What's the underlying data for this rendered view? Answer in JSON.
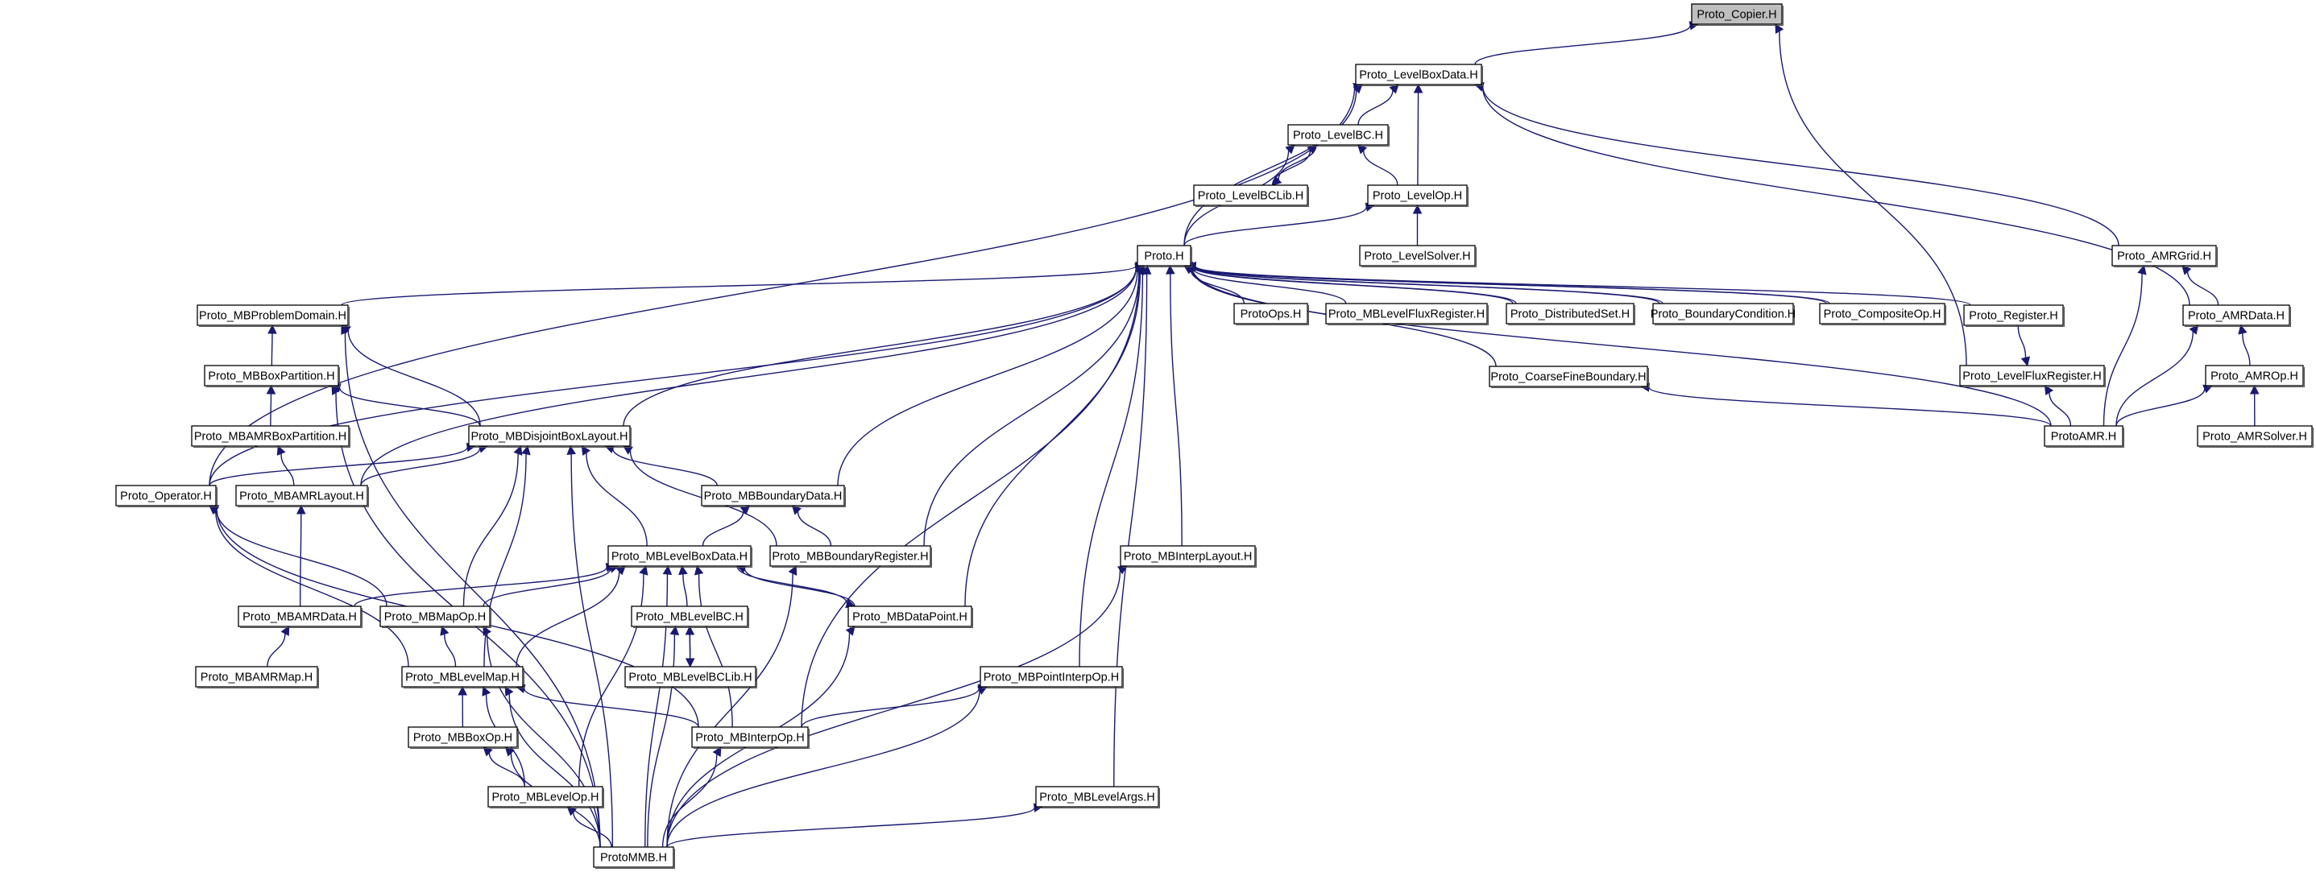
{
  "title": "Proto_Copier.H include dependency graph",
  "focus_node": "Proto_Copier.H",
  "colors": {
    "edge": "#191970",
    "focus_fill": "#bfbfbf",
    "node_fill": "#ffffff",
    "node_border": "#000000"
  },
  "nodes": [
    {
      "id": "copier",
      "label": "Proto_Copier.H"
    },
    {
      "id": "levelboxdata",
      "label": "Proto_LevelBoxData.H"
    },
    {
      "id": "levelbc",
      "label": "Proto_LevelBC.H"
    },
    {
      "id": "levelbclib",
      "label": "Proto_LevelBCLib.H"
    },
    {
      "id": "levelop",
      "label": "Proto_LevelOp.H"
    },
    {
      "id": "levelsolver",
      "label": "Proto_LevelSolver.H"
    },
    {
      "id": "proto",
      "label": "Proto.H"
    },
    {
      "id": "amrgrid",
      "label": "Proto_AMRGrid.H"
    },
    {
      "id": "mbproblemdomain",
      "label": "Proto_MBProblemDomain.H"
    },
    {
      "id": "protoops",
      "label": "ProtoOps.H"
    },
    {
      "id": "mblevelfluxregister",
      "label": "Proto_MBLevelFluxRegister.H"
    },
    {
      "id": "distributedset",
      "label": "Proto_DistributedSet.H"
    },
    {
      "id": "boundarycondition",
      "label": "Proto_BoundaryCondition.H"
    },
    {
      "id": "compositeop",
      "label": "Proto_CompositeOp.H"
    },
    {
      "id": "register",
      "label": "Proto_Register.H"
    },
    {
      "id": "amrdata",
      "label": "Proto_AMRData.H"
    },
    {
      "id": "mbboxpartition",
      "label": "Proto_MBBoxPartition.H"
    },
    {
      "id": "coarsefineboundary",
      "label": "Proto_CoarseFineBoundary.H"
    },
    {
      "id": "levelfluxregister",
      "label": "Proto_LevelFluxRegister.H"
    },
    {
      "id": "amrop",
      "label": "Proto_AMROp.H"
    },
    {
      "id": "mbamrboxpartition",
      "label": "Proto_MBAMRBoxPartition.H"
    },
    {
      "id": "mbdisjointboxlayout",
      "label": "Proto_MBDisjointBoxLayout.H"
    },
    {
      "id": "protoamr",
      "label": "ProtoAMR.H"
    },
    {
      "id": "amrsolver",
      "label": "Proto_AMRSolver.H"
    },
    {
      "id": "operator",
      "label": "Proto_Operator.H"
    },
    {
      "id": "mbamrlayout",
      "label": "Proto_MBAMRLayout.H"
    },
    {
      "id": "mbboundarydata",
      "label": "Proto_MBBoundaryData.H"
    },
    {
      "id": "mblevelboxdata",
      "label": "Proto_MBLevelBoxData.H"
    },
    {
      "id": "mbboundaryregister",
      "label": "Proto_MBBoundaryRegister.H"
    },
    {
      "id": "mbinterplayout",
      "label": "Proto_MBInterpLayout.H"
    },
    {
      "id": "mbamrdata",
      "label": "Proto_MBAMRData.H"
    },
    {
      "id": "mbmapop",
      "label": "Proto_MBMapOp.H"
    },
    {
      "id": "mblevelbc",
      "label": "Proto_MBLevelBC.H"
    },
    {
      "id": "mbdatapoint",
      "label": "Proto_MBDataPoint.H"
    },
    {
      "id": "mbamrmap",
      "label": "Proto_MBAMRMap.H"
    },
    {
      "id": "mblevelmap",
      "label": "Proto_MBLevelMap.H"
    },
    {
      "id": "mblevelbclib",
      "label": "Proto_MBLevelBCLib.H"
    },
    {
      "id": "mbpointinterpop",
      "label": "Proto_MBPointInterpOp.H"
    },
    {
      "id": "mbboxop",
      "label": "Proto_MBBoxOp.H"
    },
    {
      "id": "mbinterpop",
      "label": "Proto_MBInterpOp.H"
    },
    {
      "id": "mblevelop",
      "label": "Proto_MBLevelOp.H"
    },
    {
      "id": "mblevelargs",
      "label": "Proto_MBLevelArgs.H"
    },
    {
      "id": "protommb",
      "label": "ProtoMMB.H"
    }
  ],
  "edges": [
    [
      "levelboxdata",
      "copier"
    ],
    [
      "levelfluxregister",
      "copier"
    ],
    [
      "levelbc",
      "levelboxdata"
    ],
    [
      "levelop",
      "levelboxdata"
    ],
    [
      "proto",
      "levelboxdata"
    ],
    [
      "amrgrid",
      "levelboxdata"
    ],
    [
      "amrdata",
      "levelboxdata"
    ],
    [
      "operator",
      "levelboxdata"
    ],
    [
      "levelbclib",
      "levelbc"
    ],
    [
      "levelbc",
      "levelbclib"
    ],
    [
      "levelop",
      "levelbc"
    ],
    [
      "proto",
      "levelbc"
    ],
    [
      "levelsolver",
      "levelop"
    ],
    [
      "proto",
      "levelop"
    ],
    [
      "protoops",
      "proto"
    ],
    [
      "mblevelfluxregister",
      "proto"
    ],
    [
      "distributedset",
      "proto"
    ],
    [
      "boundarycondition",
      "proto"
    ],
    [
      "compositeop",
      "proto"
    ],
    [
      "register",
      "proto"
    ],
    [
      "mbproblemdomain",
      "proto"
    ],
    [
      "coarsefineboundary",
      "proto"
    ],
    [
      "protoamr",
      "proto"
    ],
    [
      "operator",
      "proto"
    ],
    [
      "mbamrlayout",
      "proto"
    ],
    [
      "mbdisjointboxlayout",
      "proto"
    ],
    [
      "mbboundarydata",
      "proto"
    ],
    [
      "mbboundaryregister",
      "proto"
    ],
    [
      "mbdatapoint",
      "proto"
    ],
    [
      "mbinterpop",
      "proto"
    ],
    [
      "mbpointinterpop",
      "proto"
    ],
    [
      "mblevelargs",
      "proto"
    ],
    [
      "mbinterplayout",
      "proto"
    ],
    [
      "distributedset",
      "proto"
    ],
    [
      "boundarycondition",
      "proto"
    ],
    [
      "compositeop",
      "proto"
    ],
    [
      "register",
      "levelfluxregister"
    ],
    [
      "protoamr",
      "amrgrid"
    ],
    [
      "amrdata",
      "amrgrid"
    ],
    [
      "protoamr",
      "amrdata"
    ],
    [
      "amrop",
      "amrdata"
    ],
    [
      "protoamr",
      "amrop"
    ],
    [
      "amrsolver",
      "amrop"
    ],
    [
      "protoamr",
      "levelfluxregister"
    ],
    [
      "protoamr",
      "coarsefineboundary"
    ],
    [
      "mbboxpartition",
      "mbproblemdomain"
    ],
    [
      "mbdisjointboxlayout",
      "mbproblemdomain"
    ],
    [
      "protommb",
      "mbproblemdomain"
    ],
    [
      "mbamrboxpartition",
      "mbboxpartition"
    ],
    [
      "mbdisjointboxlayout",
      "mbboxpartition"
    ],
    [
      "protommb",
      "mbboxpartition"
    ],
    [
      "mbamrlayout",
      "mbamrboxpartition"
    ],
    [
      "operator",
      "mbdisjointboxlayout"
    ],
    [
      "mbamrlayout",
      "mbdisjointboxlayout"
    ],
    [
      "mbboundarydata",
      "mbdisjointboxlayout"
    ],
    [
      "mblevelboxdata",
      "mbdisjointboxlayout"
    ],
    [
      "mbboundaryregister",
      "mbdisjointboxlayout"
    ],
    [
      "mbmapop",
      "mbdisjointboxlayout"
    ],
    [
      "mblevelmap",
      "mbdisjointboxlayout"
    ],
    [
      "protommb",
      "mbdisjointboxlayout"
    ],
    [
      "mbamrdata",
      "mbamrlayout"
    ],
    [
      "mblevelmap",
      "operator"
    ],
    [
      "mbmapop",
      "operator"
    ],
    [
      "mbinterpop",
      "operator"
    ],
    [
      "mblevelboxdata",
      "mbboundarydata"
    ],
    [
      "mbboundaryregister",
      "mbboundarydata"
    ],
    [
      "mbamrdata",
      "mblevelboxdata"
    ],
    [
      "mbmapop",
      "mblevelboxdata"
    ],
    [
      "mblevelmap",
      "mblevelboxdata"
    ],
    [
      "mblevelbc",
      "mblevelboxdata"
    ],
    [
      "mbdatapoint",
      "mblevelboxdata"
    ],
    [
      "mblevelboxdata",
      "mbdatapoint"
    ],
    [
      "mbinterpop",
      "mblevelboxdata"
    ],
    [
      "mblevelop",
      "mblevelboxdata"
    ],
    [
      "protommb",
      "mblevelboxdata"
    ],
    [
      "protommb",
      "mbboundaryregister"
    ],
    [
      "protommb",
      "mbinterplayout"
    ],
    [
      "mbamrmap",
      "mbamrdata"
    ],
    [
      "mblevelmap",
      "mbmapop"
    ],
    [
      "protommb",
      "mbmapop"
    ],
    [
      "mblevelbclib",
      "mblevelbc"
    ],
    [
      "mblevelbc",
      "mblevelbclib"
    ],
    [
      "protommb",
      "mblevelbc"
    ],
    [
      "protommb",
      "mbdatapoint"
    ],
    [
      "mbboxop",
      "mblevelmap"
    ],
    [
      "mblevelop",
      "mblevelmap"
    ],
    [
      "mbinterpop",
      "mblevelmap"
    ],
    [
      "protommb",
      "mblevelmap"
    ],
    [
      "mbinterpop",
      "mbpointinterpop"
    ],
    [
      "protommb",
      "mbpointinterpop"
    ],
    [
      "mblevelop",
      "mbboxop"
    ],
    [
      "protommb",
      "mbboxop"
    ],
    [
      "protommb",
      "mbinterpop"
    ],
    [
      "protommb",
      "mblevelop"
    ],
    [
      "protommb",
      "mblevelargs"
    ]
  ]
}
